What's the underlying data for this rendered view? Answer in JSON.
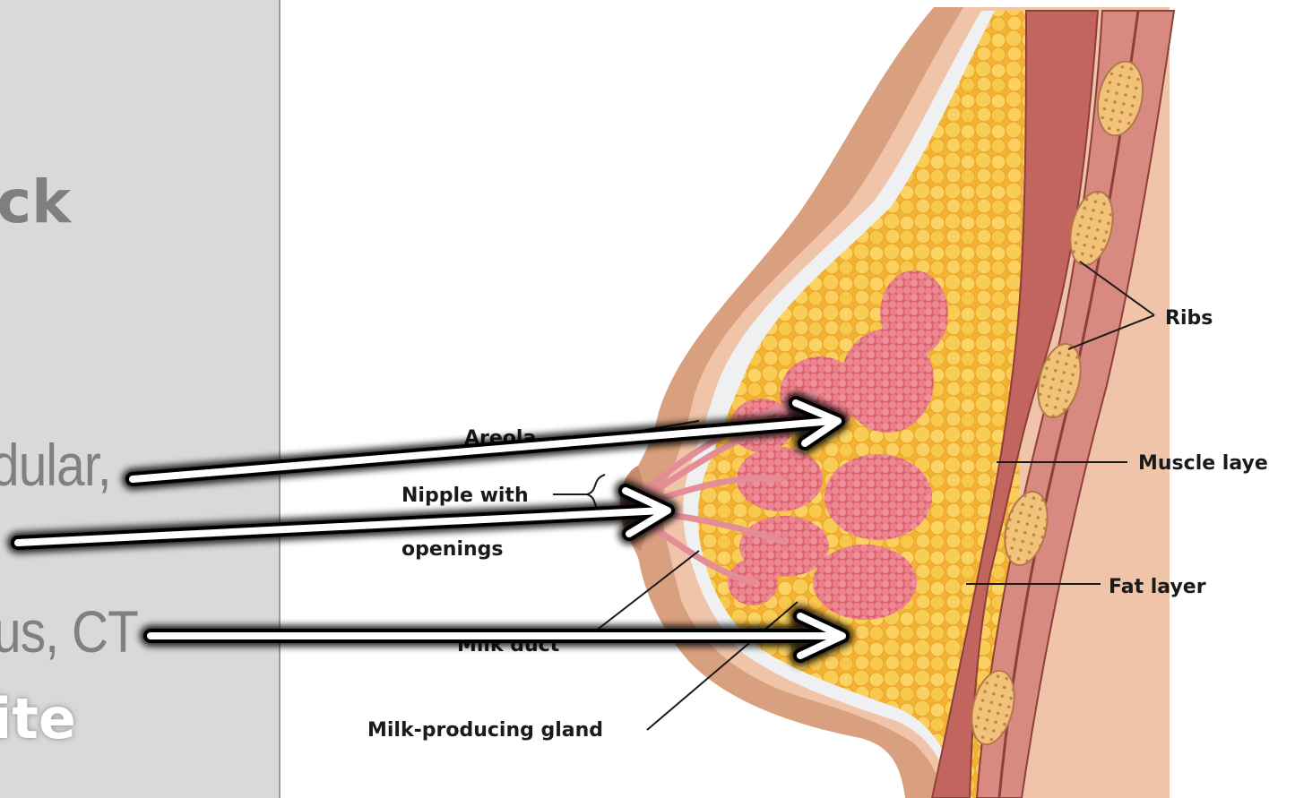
{
  "slide_panel": {
    "heading_fragment": "ck",
    "bullet_line_1": "dular,",
    "bullet_line_2": "us, CT",
    "highlight_fragment": "ite"
  },
  "diagram": {
    "labels": {
      "areola": "Areola",
      "nipple_line_1": "Nipple with",
      "nipple_line_2": "openings",
      "milk_duct": "Milk duct",
      "milk_producing_gland": "Milk-producing gland",
      "ribs": "Ribs",
      "muscle_layer": "Muscle laye",
      "fat_layer": "Fat layer"
    }
  },
  "colors": {
    "panel_background": "#d9d9d9",
    "panel_text": "#808080",
    "skin": "#d9a07f",
    "fat": "#f7c243",
    "gland": "#e0707c",
    "muscle": "#c2655f",
    "arrow": "#ffffff"
  }
}
